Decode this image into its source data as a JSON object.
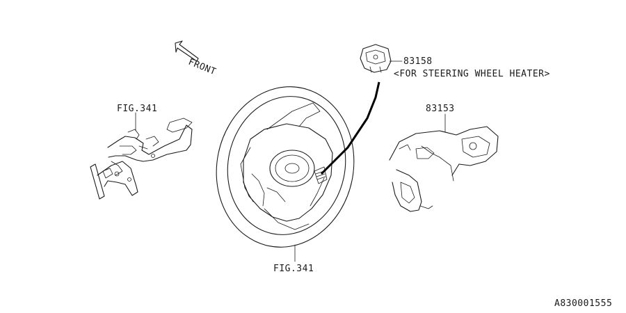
{
  "labels": {
    "front": "FRONT",
    "fig_left": "FIG.341",
    "fig_bottom": "FIG.341",
    "part_83158": "83158",
    "note_83158": "<FOR STEERING WHEEL HEATER>",
    "part_83153": "83153",
    "diagram_id": "A830001555"
  },
  "icons": {
    "front_arrow": "front-arrow-icon"
  }
}
